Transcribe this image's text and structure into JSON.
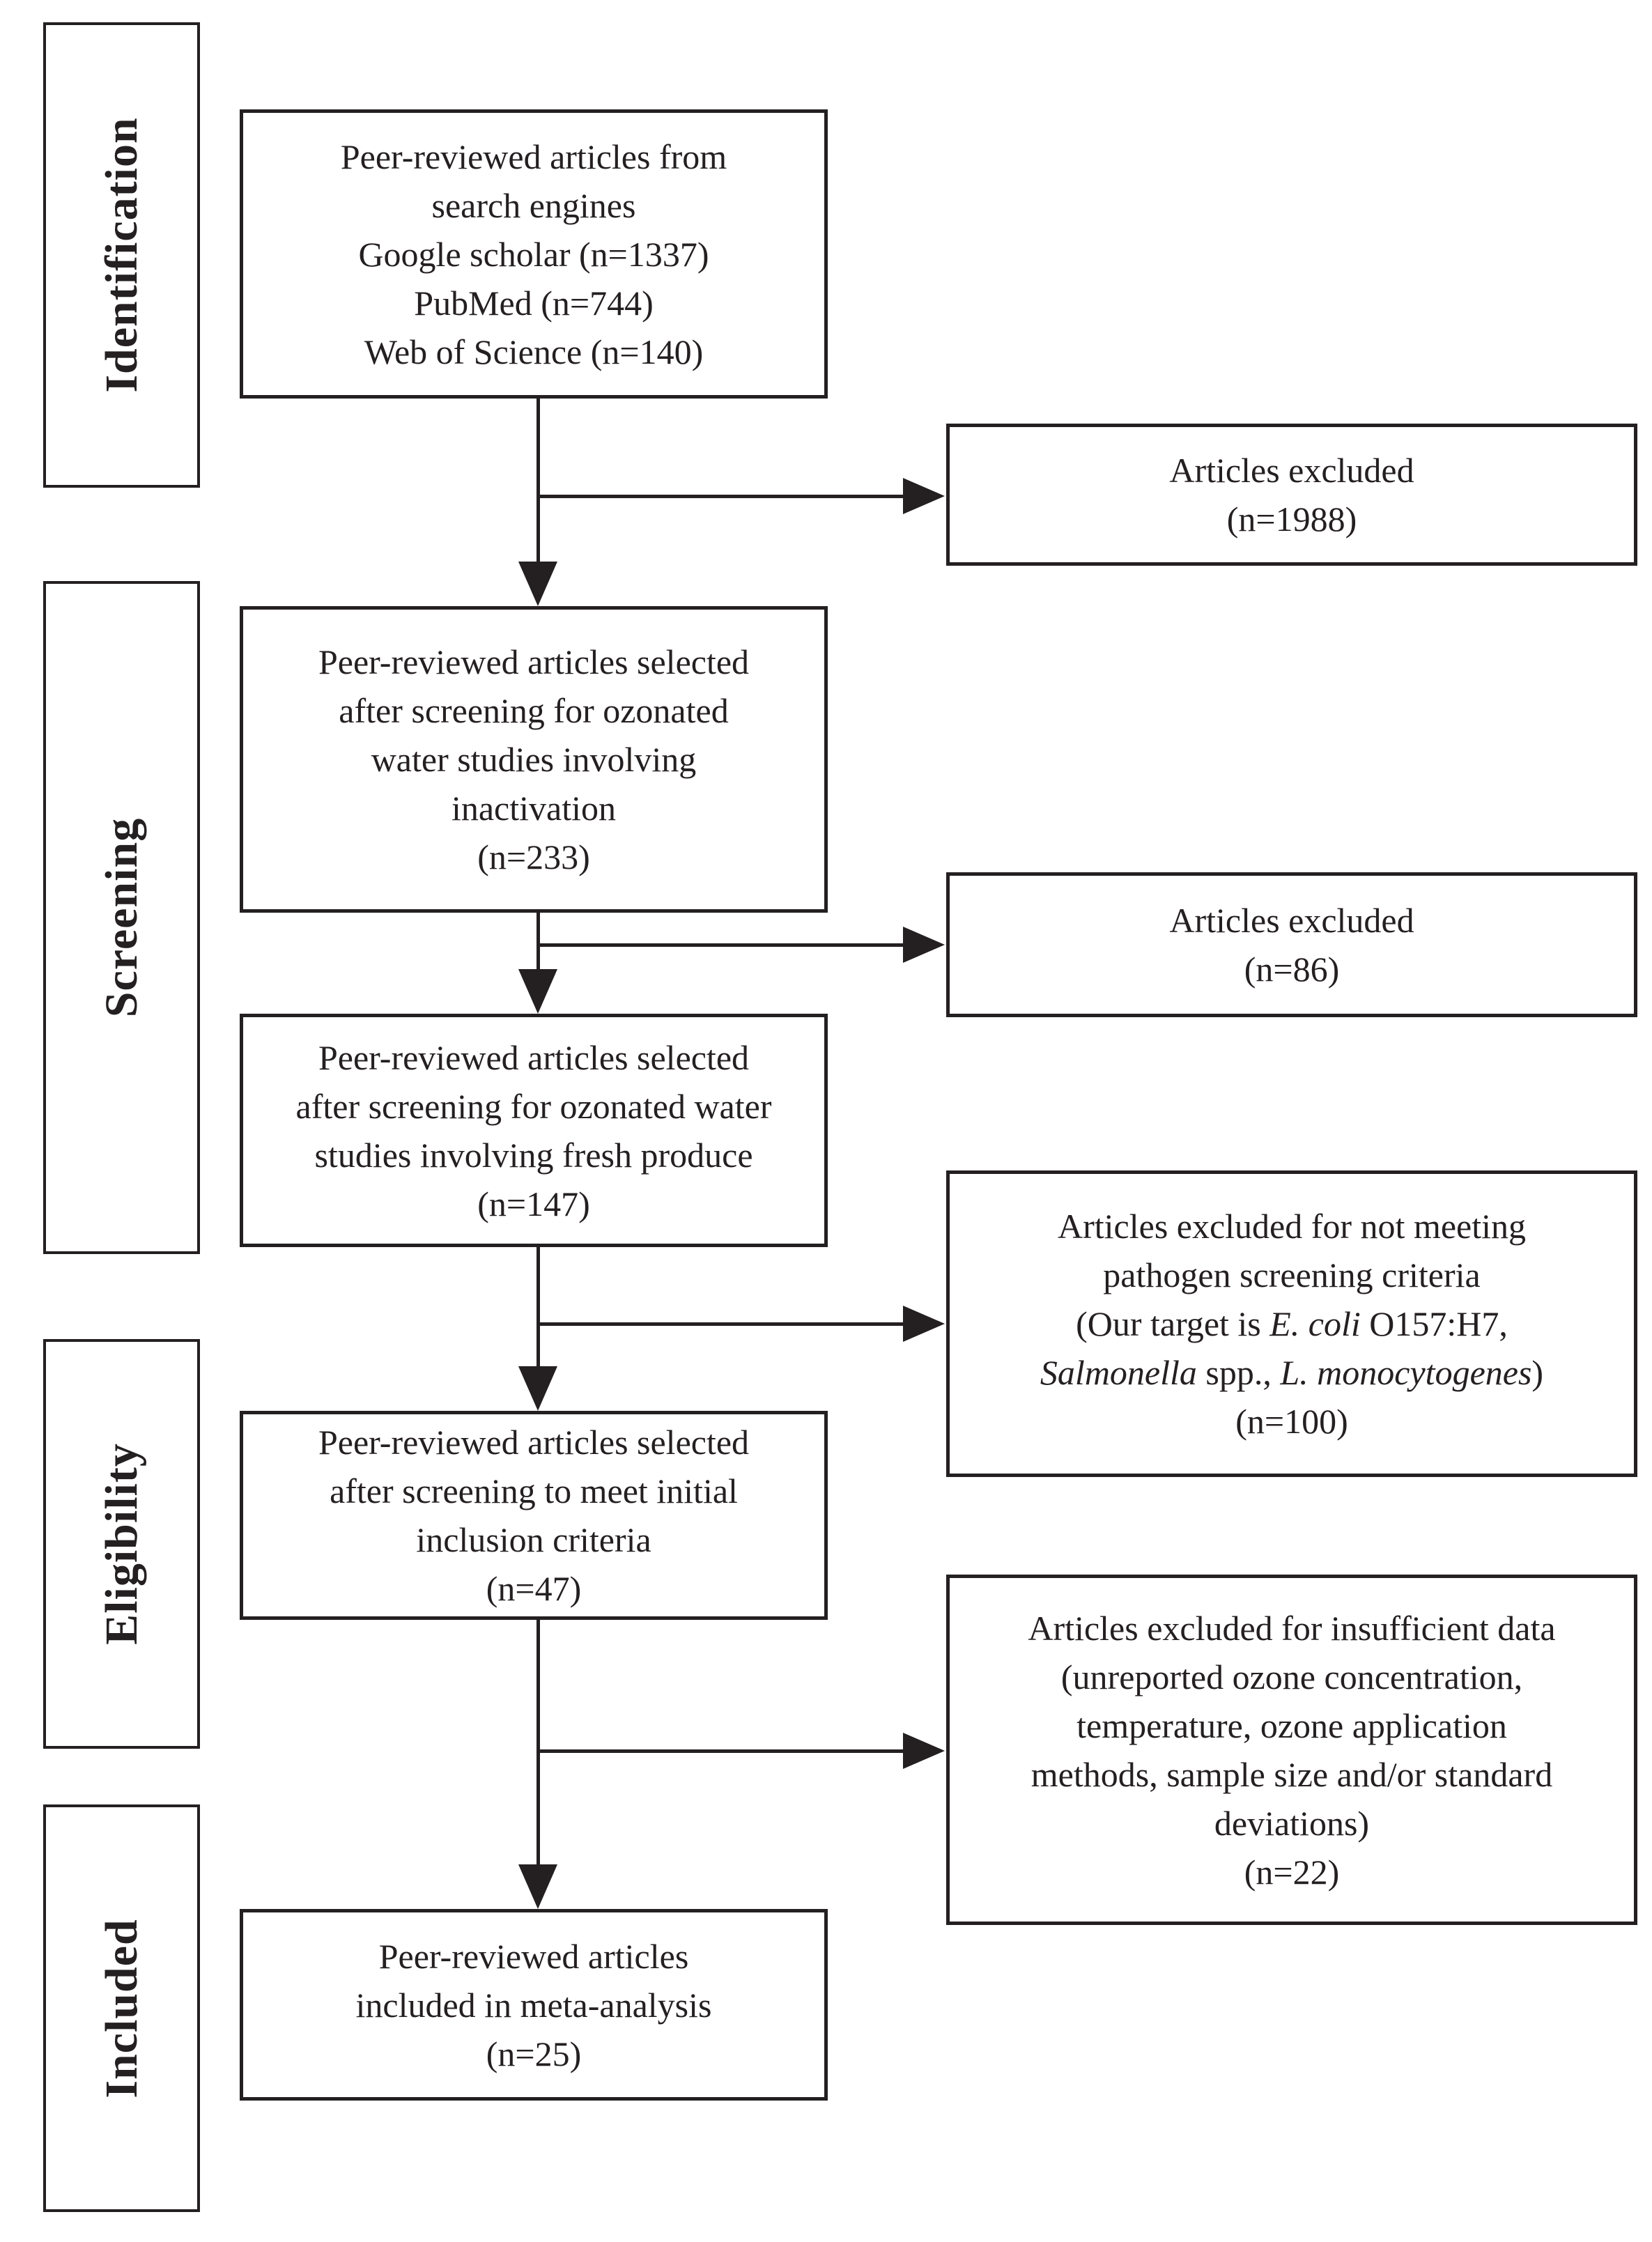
{
  "diagram": {
    "colors": {
      "ink": "#241f20",
      "background": "#ffffff"
    },
    "stage_labels": [
      {
        "label": "Identification"
      },
      {
        "label": "Screening"
      },
      {
        "label": "Eligibility"
      },
      {
        "label": "Included"
      }
    ],
    "main_boxes": [
      {
        "lines": [
          "Peer-reviewed articles from",
          "search engines",
          "Google scholar (n=1337)",
          "PubMed (n=744)",
          "Web of Science (n=140)"
        ]
      },
      {
        "lines": [
          "Peer-reviewed articles selected",
          "after screening for ozonated",
          "water studies involving",
          "inactivation",
          "(n=233)"
        ]
      },
      {
        "lines": [
          "Peer-reviewed articles selected",
          "after screening for ozonated water",
          "studies involving fresh produce",
          "(n=147)"
        ]
      },
      {
        "lines": [
          "Peer-reviewed articles selected",
          "after screening to meet initial",
          "inclusion criteria",
          "(n=47)"
        ]
      },
      {
        "lines": [
          "Peer-reviewed articles",
          "included in meta-analysis",
          "(n=25)"
        ]
      }
    ],
    "excluded_boxes": [
      {
        "lines": [
          "Articles excluded",
          "(n=1988)"
        ]
      },
      {
        "lines": [
          "Articles excluded",
          "(n=86)"
        ]
      },
      {
        "lines": [
          "Articles excluded for not meeting",
          "pathogen screening criteria",
          [
            {
              "t": "(Our target is ",
              "i": false
            },
            {
              "t": "E. coli",
              "i": true
            },
            {
              "t": " O157:H7,",
              "i": false
            }
          ],
          [
            {
              "t": "Salmonella",
              "i": true
            },
            {
              "t": " spp., ",
              "i": false
            },
            {
              "t": "L. monocytogenes",
              "i": true
            },
            {
              "t": ")",
              "i": false
            }
          ],
          "(n=100)"
        ]
      },
      {
        "lines": [
          "Articles excluded for insufficient data",
          "(unreported ozone concentration,",
          "temperature, ozone application",
          "methods, sample size and/or standard",
          "deviations)",
          "(n=22)"
        ]
      }
    ]
  }
}
